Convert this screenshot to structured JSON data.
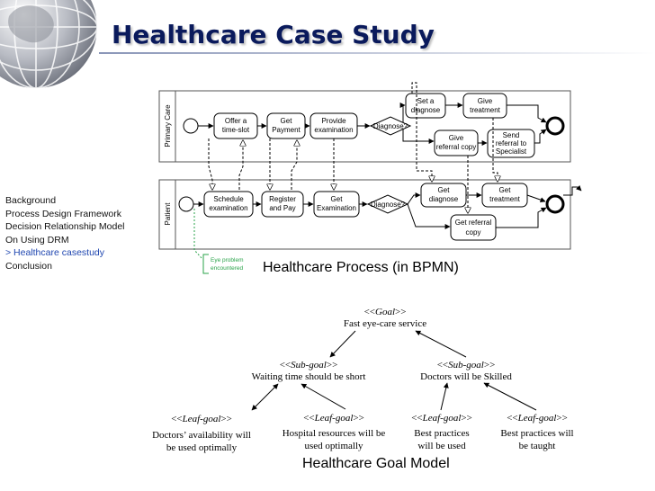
{
  "slide": {
    "title": "Healthcare Case Study",
    "nav": [
      {
        "label": "Background"
      },
      {
        "label": "Process Design Framework"
      },
      {
        "label": "Decision Relationship Model"
      },
      {
        "label": "On Using DRM"
      },
      {
        "label": "> Healthcare casestudy"
      },
      {
        "label": "Conclusion"
      }
    ],
    "caption_process": "Healthcare Process (in BPMN)",
    "caption_goal": "Healthcare Goal Model"
  },
  "bpmn": {
    "lanes": [
      "Primary Care",
      "Patient"
    ],
    "pc": {
      "offer": [
        "Offer a",
        "time-slot"
      ],
      "payment": [
        "Get",
        "Payment"
      ],
      "provide": [
        "Provide",
        "examination"
      ],
      "diagnose_gw": "Diagnose?",
      "set": [
        "Set a",
        "diagnose"
      ],
      "give_treatment": [
        "Give",
        "treatment"
      ],
      "give_copy": [
        "Give",
        "referral copy"
      ],
      "send": [
        "Send",
        "referral to",
        "Specialist"
      ]
    },
    "pt": {
      "schedule": [
        "Schedule",
        "examination"
      ],
      "register": [
        "Register",
        "and Pay"
      ],
      "get_exam": [
        "Get",
        "Examination"
      ],
      "diagnose_gw": "Diagnose?",
      "get_diag": [
        "Get",
        "diagnose"
      ],
      "get_treat": [
        "Get",
        "treatment"
      ],
      "get_copy": [
        "Get referral",
        "copy"
      ]
    },
    "annotation": [
      "Eye problem",
      "encountered"
    ]
  },
  "goal": {
    "root": {
      "stereo": "Goal",
      "label": "Fast eye-care service"
    },
    "sub": [
      {
        "stereo": "Sub-goal",
        "label": "Waiting time should be short"
      },
      {
        "stereo": "Sub-goal",
        "label": "Doctors will be Skilled"
      }
    ],
    "leaf": [
      {
        "stereo": "Leaf-goal",
        "lines": [
          "Doctors’ availability will",
          "be used optimally"
        ]
      },
      {
        "stereo": "Leaf-goal",
        "lines": [
          "Hospital resources will be",
          "used optimally"
        ]
      },
      {
        "stereo": "Leaf-goal",
        "lines": [
          "Best practices",
          "will be used"
        ]
      },
      {
        "stereo": "Leaf-goal",
        "lines": [
          "Best practices will",
          "be taught"
        ]
      }
    ]
  },
  "colors": {
    "title": "#0a1a5c",
    "nav_active": "#1f46b0",
    "annotation": "#2aa34a"
  }
}
